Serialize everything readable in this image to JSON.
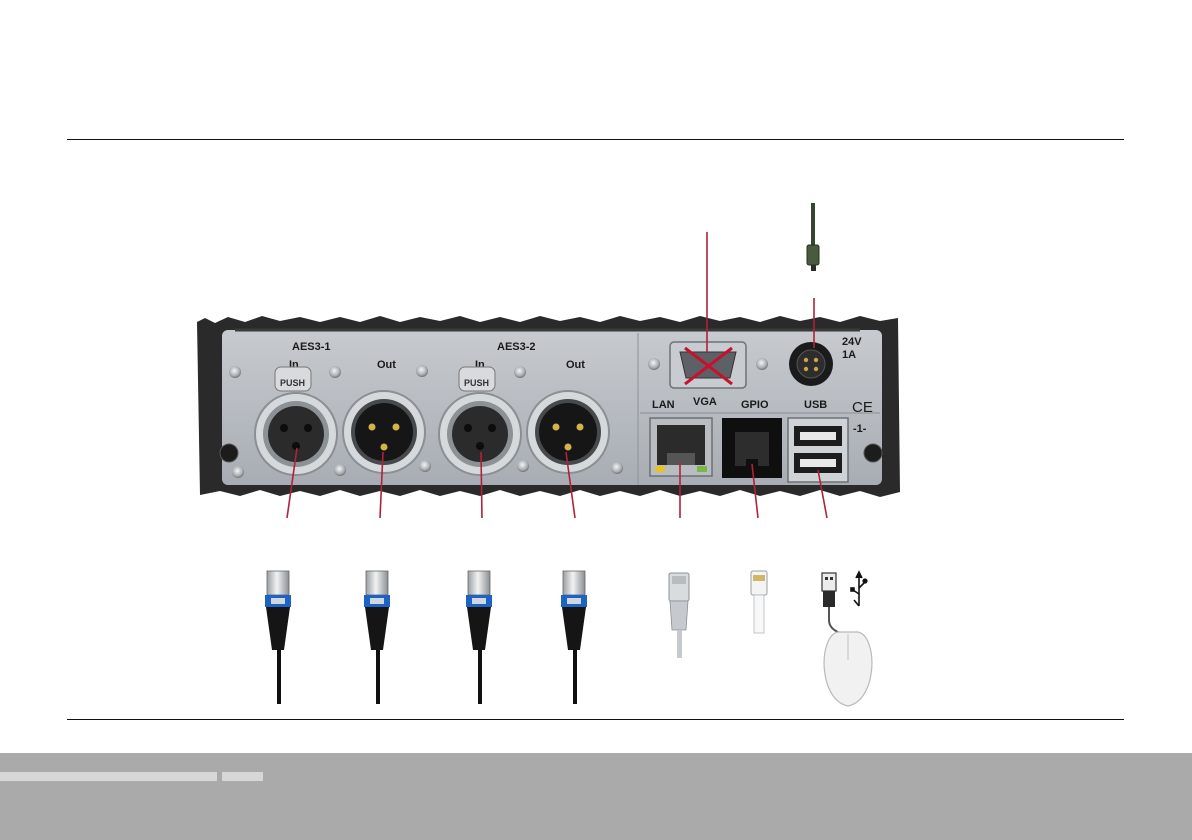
{
  "device": {
    "labels": {
      "aes1": "AES3-1",
      "aes2": "AES3-2",
      "in1": "In",
      "out1": "Out",
      "in2": "In",
      "out2": "Out",
      "push1": "PUSH",
      "push2": "PUSH",
      "vga": "VGA",
      "lan": "LAN",
      "gpio": "GPIO",
      "usb": "USB",
      "power_voltage": "24V",
      "power_current": "1A",
      "ce": "CE",
      "usb_port_number": "-1-"
    }
  },
  "colors": {
    "leader_line": "#b0213a",
    "panel": "#b9bec4",
    "panel_frame": "#2c2c2c",
    "footer": "#aaaaaa"
  },
  "icons": [
    "usb-trident-icon"
  ]
}
